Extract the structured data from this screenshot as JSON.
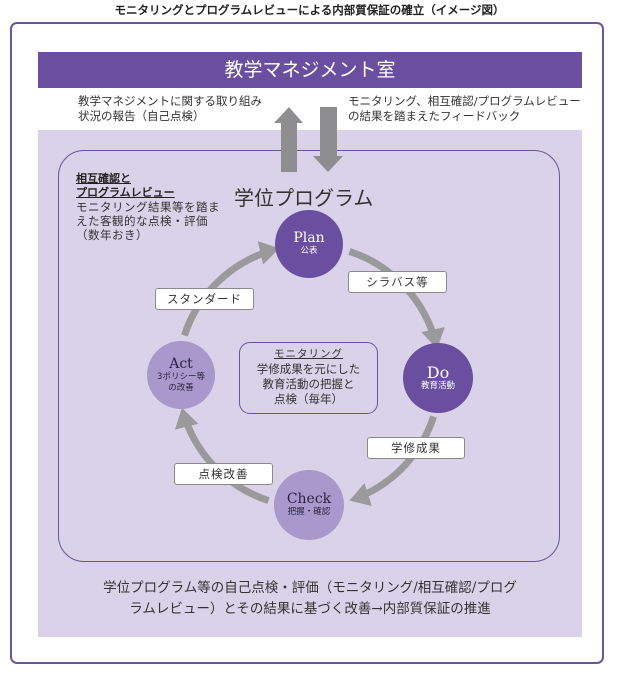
{
  "figure_title": "モニタリングとプログラムレビューによる内部質保証の確立（イメージ図）",
  "header": {
    "title": "教学マネジメント室"
  },
  "notes": {
    "left": [
      "教学マネジメントに関する取り組み",
      "状況の報告（自己点検）"
    ],
    "right": [
      "モニタリング、相互確認/プログラムレビュー",
      "の結果を踏まえたフィードバック"
    ]
  },
  "review_note": {
    "heading": [
      "相互確認と",
      "プログラムレビュー"
    ],
    "body": "モニタリング結果等を踏まえた客観的な点検・評価（数年おき）"
  },
  "program_title": "学位プログラム",
  "cycle": {
    "plan": {
      "main": "Plan",
      "sub": "公表"
    },
    "do": {
      "main": "Do",
      "sub": "教育活動"
    },
    "check": {
      "main": "Check",
      "sub": "把握・確認"
    },
    "act": {
      "main": "Act",
      "sub1": "3ポリシー等",
      "sub2": "の改善"
    }
  },
  "arrow_labels": {
    "plan_to_do": "シラバス等",
    "do_to_check": "学修成果",
    "check_to_act": "点検改善",
    "act_to_plan": "スタンダード"
  },
  "monitoring": {
    "heading": "モニタリング",
    "lines": [
      "学修成果を元にした",
      "教育活動の把握と",
      "点検（毎年）"
    ]
  },
  "bottom_text": [
    "学位プログラム等の自己点検・評価（モニタリング/相互確認/プログ",
    "ラムレビュー）とその結果に基づく改善→内部質保証の推進"
  ],
  "colors": {
    "dark_purple": "#6a4fa0",
    "light_purple": "#a898cc",
    "panel": "#d9d2e9",
    "arrow_gray": "#9a9a9c"
  }
}
